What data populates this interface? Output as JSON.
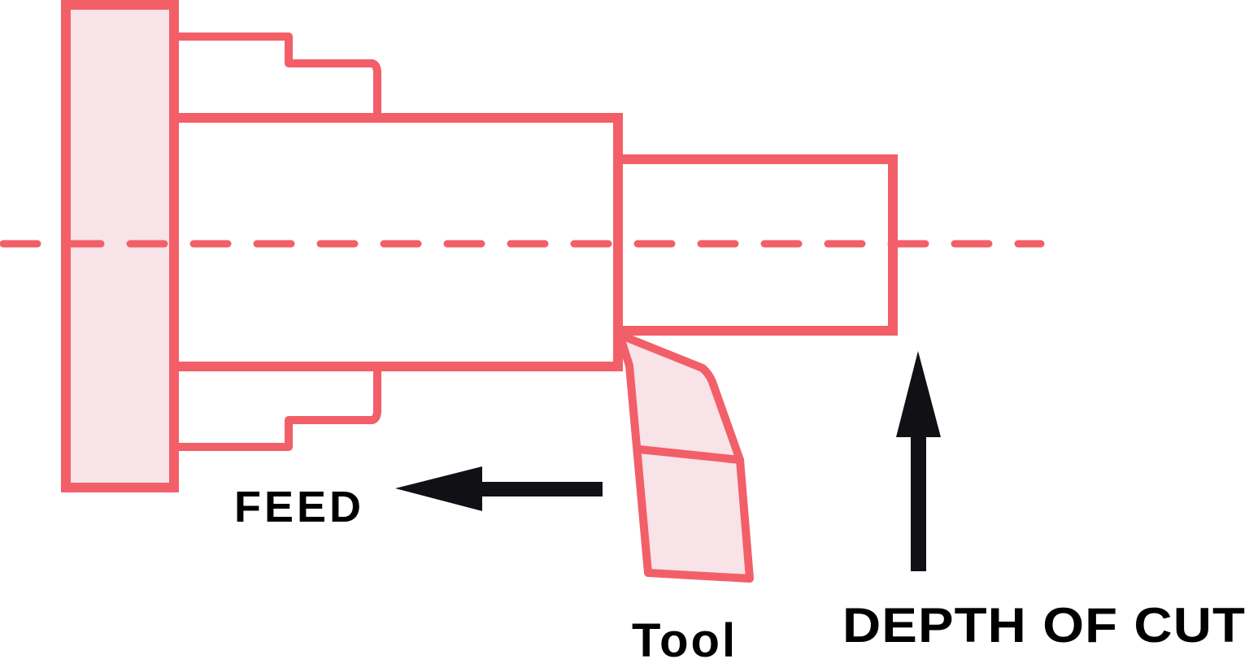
{
  "labels": {
    "feed": "FEED",
    "tool": "Tool",
    "depth_of_cut": "DEPTH OF CUT"
  },
  "colors": {
    "outline": "#f25f68",
    "fill": "#f7e3e8",
    "arrow": "#111015",
    "text": "#000000"
  }
}
